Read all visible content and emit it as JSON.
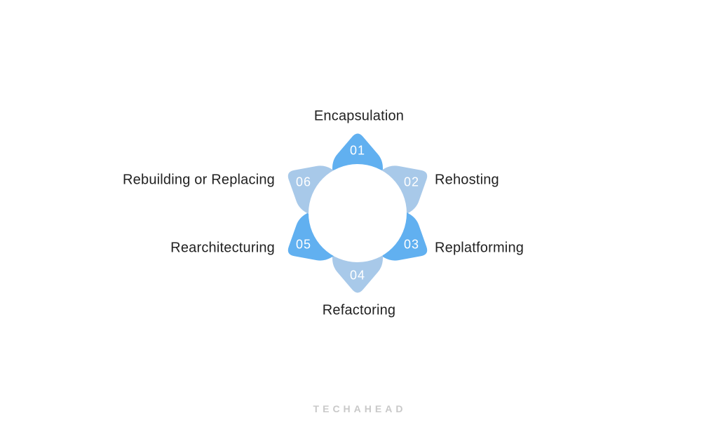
{
  "diagram": {
    "type": "cycle-wheel",
    "items": [
      {
        "number": "01",
        "label": "Encapsulation"
      },
      {
        "number": "02",
        "label": "Rehosting"
      },
      {
        "number": "03",
        "label": "Replatforming"
      },
      {
        "number": "04",
        "label": "Refactoring"
      },
      {
        "number": "05",
        "label": "Rearchitecturing"
      },
      {
        "number": "06",
        "label": "Rebuilding or Replacing"
      }
    ],
    "colors": {
      "petal_primary": "#61B0F0",
      "petal_secondary": "#A8C9E9",
      "center_circle": "#FFFFFF",
      "number_text": "#FFFFFF",
      "label_text": "#212121",
      "background": "#FFFFFF"
    }
  },
  "footer": {
    "brand": "TECHAHEAD",
    "brand_color": "#C9C9C9"
  }
}
